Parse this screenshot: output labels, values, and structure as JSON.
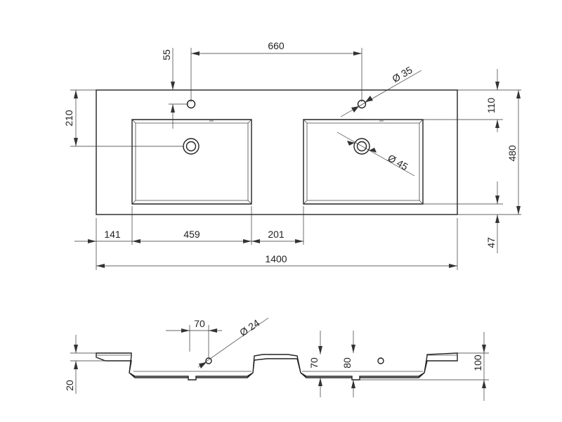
{
  "top_view": {
    "dim_hole_spacing": "660",
    "dim_hole_offset": "55",
    "dim_tap_hole_dia": "Ø 35",
    "dim_waste_dia": "Ø 45",
    "dim_bowl_from_back": "210",
    "dim_hole_from_back": "110",
    "dim_depth": "480",
    "dim_front_edge": "47",
    "dim_side_margin": "141",
    "dim_bowl_width": "459",
    "dim_bowl_gap": "201",
    "dim_total_width": "1400"
  },
  "side_view": {
    "dim_hole_spacing": "70",
    "dim_hole_dia": "Ø 24",
    "dim_slab_thickness": "20",
    "dim_bowl_depth_a": "70",
    "dim_bowl_depth_b": "80",
    "dim_total_height": "100"
  }
}
